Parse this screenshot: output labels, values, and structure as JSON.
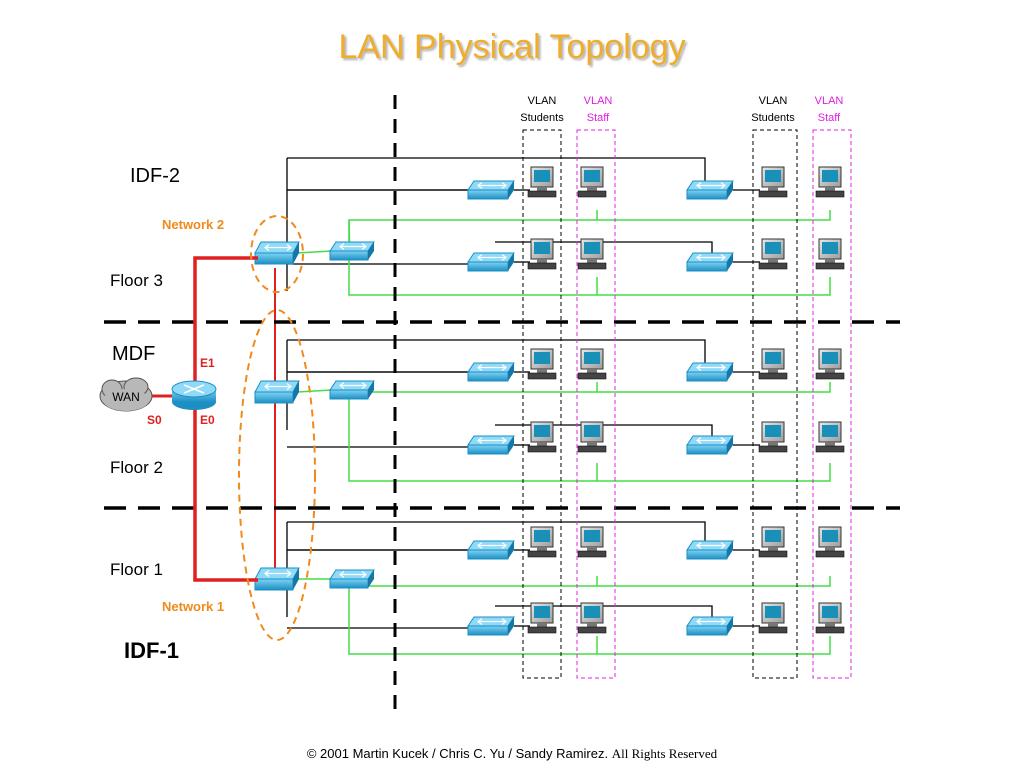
{
  "title": "LAN Physical Topology",
  "labels": {
    "idf2": "IDF-2",
    "idf1": "IDF-1",
    "mdf": "MDF",
    "floor3": "Floor 3",
    "floor2": "Floor 2",
    "floor1": "Floor 1",
    "network2": "Network 2",
    "network1": "Network 1",
    "e1": "E1",
    "e0": "E0",
    "s0": "S0",
    "wan": "WAN"
  },
  "vlan_groups": [
    {
      "line1": "VLAN",
      "line2": "Students",
      "color": "#000000"
    },
    {
      "line1": "VLAN",
      "line2": "Staff",
      "color": "#e020e0"
    },
    {
      "line1": "VLAN",
      "line2": "Students",
      "color": "#000000"
    },
    {
      "line1": "VLAN",
      "line2": "Staff",
      "color": "#e020e0"
    }
  ],
  "colors": {
    "title": "#f0ad2b",
    "orange_label": "#f08a1c",
    "red_link": "#e02020",
    "green_link": "#44dd44",
    "black_link": "#000000",
    "switch": "#2aa7d8"
  },
  "footer": {
    "main": "© 2001 Martin Kucek / Chris C. Yu / Sandy Ramirez.",
    "rights": "All Rights Reserved"
  }
}
